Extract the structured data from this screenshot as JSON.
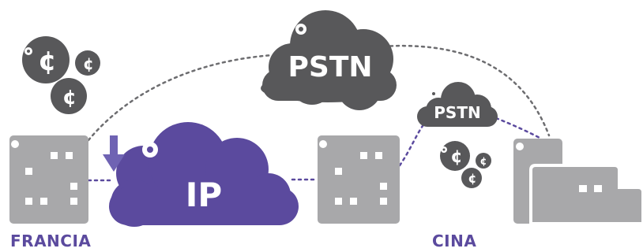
{
  "colors": {
    "building": "#a8a8aa",
    "building_window": "#ffffff",
    "pstn_cloud": "#58585a",
    "ip_cloud": "#5b4a9e",
    "arrow": "#6f63b3",
    "dotted_grey": "#6d6d70",
    "dotted_purple": "#5b4a9e",
    "coin": "#58585a",
    "label": "#5b4a9e"
  },
  "clouds": {
    "pstn_large": "PSTN",
    "pstn_small": "PSTN",
    "ip": "IP"
  },
  "coins": {
    "symbol": "¢"
  },
  "labels": {
    "left_country": "FRANCIA",
    "right_country": "CINA"
  },
  "icons": {
    "left_building": "office-building-icon",
    "middle_building": "office-building-icon",
    "right_building": "office-building-icon",
    "arrow": "arrow-down-icon",
    "coins": "cent-coin-icon"
  }
}
